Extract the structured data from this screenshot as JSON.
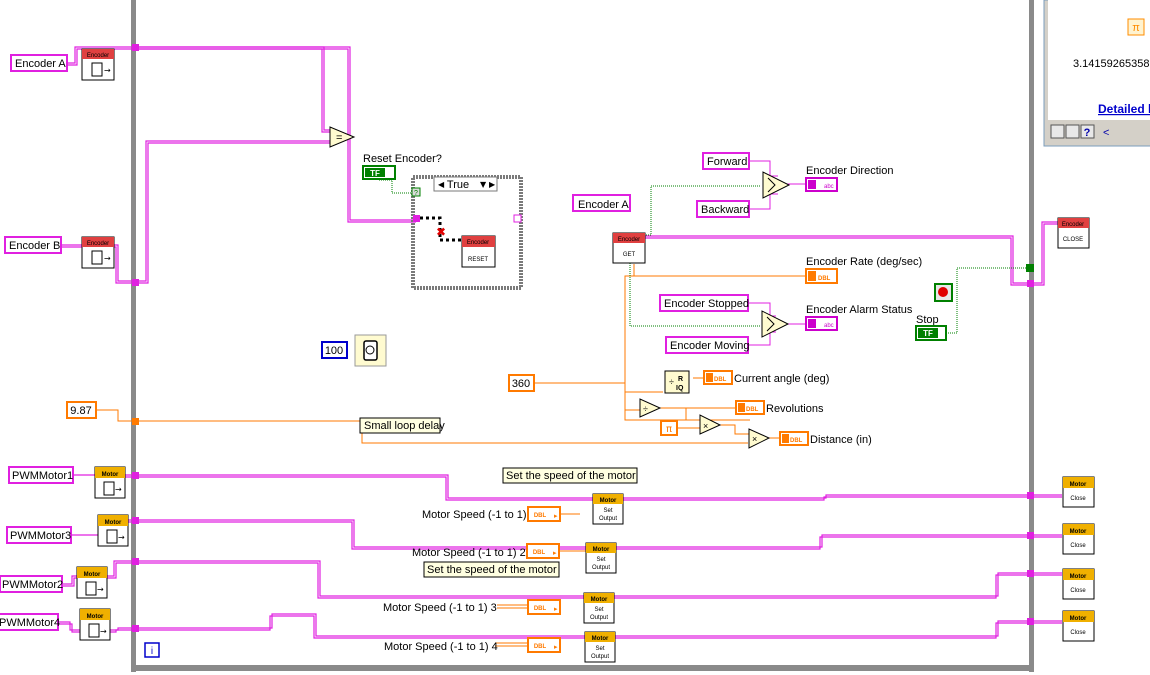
{
  "controls": {
    "encoder_a": "Encoder A",
    "encoder_b": "Encoder B",
    "pwm1": "PWMMotor1",
    "pwm3": "PWMMotor3",
    "pwm2": "PWMMotor2",
    "pwm4": "PWMMotor4",
    "encoder_a_global": "Encoder A",
    "forward": "Forward",
    "backward": "Backward",
    "stopped": "Encoder Stopped",
    "moving": "Encoder Moving"
  },
  "constants": {
    "wait_ms": "100",
    "delay": "9.87",
    "degrees": "360",
    "pi_symbol": "π"
  },
  "labels": {
    "reset_encoder": "Reset Encoder?",
    "case_selector": "True",
    "encoder_direction": "Encoder Direction",
    "encoder_rate": "Encoder Rate (deg/sec)",
    "encoder_alarm": "Encoder Alarm Status",
    "stop": "Stop",
    "current_angle": "Current angle (deg)",
    "revolutions": "Revolutions",
    "distance": "Distance (in)",
    "small_loop_delay": "Small loop delay",
    "set_speed_1": "Set the speed of the motor",
    "set_speed_2": "Set the speed of the motor",
    "motor_speed_1": "Motor Speed (-1 to 1)",
    "motor_speed_2": "Motor Speed (-1 to 1) 2",
    "motor_speed_3": "Motor Speed (-1 to 1) 3",
    "motor_speed_4": "Motor Speed (-1 to 1) 4"
  },
  "vis": {
    "encoder_header": "Encoder",
    "motor_header": "Motor",
    "reset": "RESET",
    "get": "GET",
    "close_upper": "CLOSE",
    "close": "Close",
    "set_output_1": "Set",
    "set_output_2": "Output"
  },
  "terminals": {
    "abc": "abc",
    "dbl": "DBL",
    "tf": "TF",
    "bool_true": "T",
    "loop_index": "i"
  },
  "context_help": {
    "pi_value": "3.14159265358",
    "detailed_link": "Detailed h"
  },
  "colors": {
    "refnum_wire": "#e020e0",
    "numeric_wire": "#ff7a00",
    "boolean_wire": "#008000",
    "string_wire": "#cc00cc",
    "loop_frame": "#808080",
    "motor_header": "#f0b000",
    "encoder_header": "#e04040"
  }
}
